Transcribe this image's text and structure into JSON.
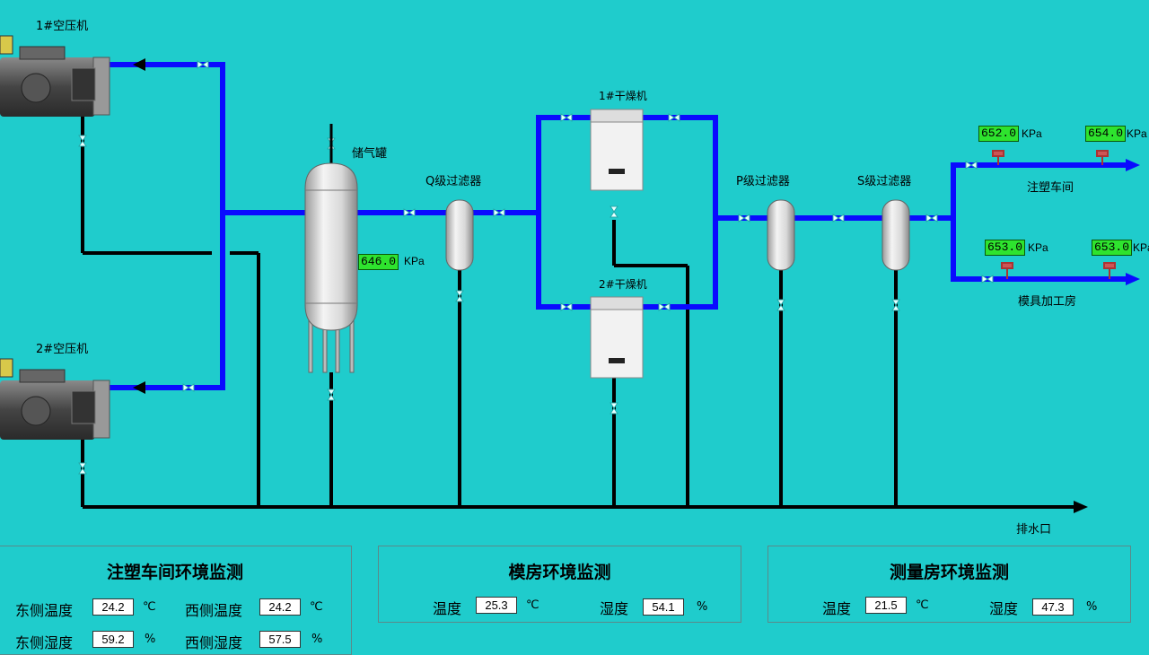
{
  "equipment": {
    "compressor1": "1#空压机",
    "compressor2": "2#空压机",
    "tank": "储气罐",
    "q_filter": "Q级过滤器",
    "dryer1": "1#干燥机",
    "dryer2": "2#干燥机",
    "p_filter": "P级过滤器",
    "s_filter": "S级过滤器",
    "drain": "排水口",
    "line1": "注塑车间",
    "line2": "模具加工房"
  },
  "pressure": {
    "unit": "KPa",
    "tank": "646.0",
    "line1_a": "652.0",
    "line1_b": "654.0",
    "line2_a": "653.0",
    "line2_b": "653.0"
  },
  "panels": {
    "injection": {
      "title": "注塑车间环境监测",
      "east_temp_label": "东侧温度",
      "east_temp": "24.2",
      "west_temp_label": "西侧温度",
      "west_temp": "24.2",
      "east_hum_label": "东侧湿度",
      "east_hum": "59.2",
      "west_hum_label": "西侧湿度",
      "west_hum": "57.5",
      "temp_unit": "℃",
      "hum_unit": "%"
    },
    "mold": {
      "title": "模房环境监测",
      "temp_label": "温度",
      "temp": "25.3",
      "hum_label": "湿度",
      "hum": "54.1",
      "temp_unit": "℃",
      "hum_unit": "%"
    },
    "measure": {
      "title": "测量房环境监测",
      "temp_label": "温度",
      "temp": "21.5",
      "hum_label": "湿度",
      "hum": "47.3",
      "temp_unit": "℃",
      "hum_unit": "%"
    }
  },
  "colors": {
    "background": "#1fcccc",
    "air_pipe": "#0a0aff",
    "drain_pipe": "#000000",
    "value_bg": "#2ee32e"
  }
}
